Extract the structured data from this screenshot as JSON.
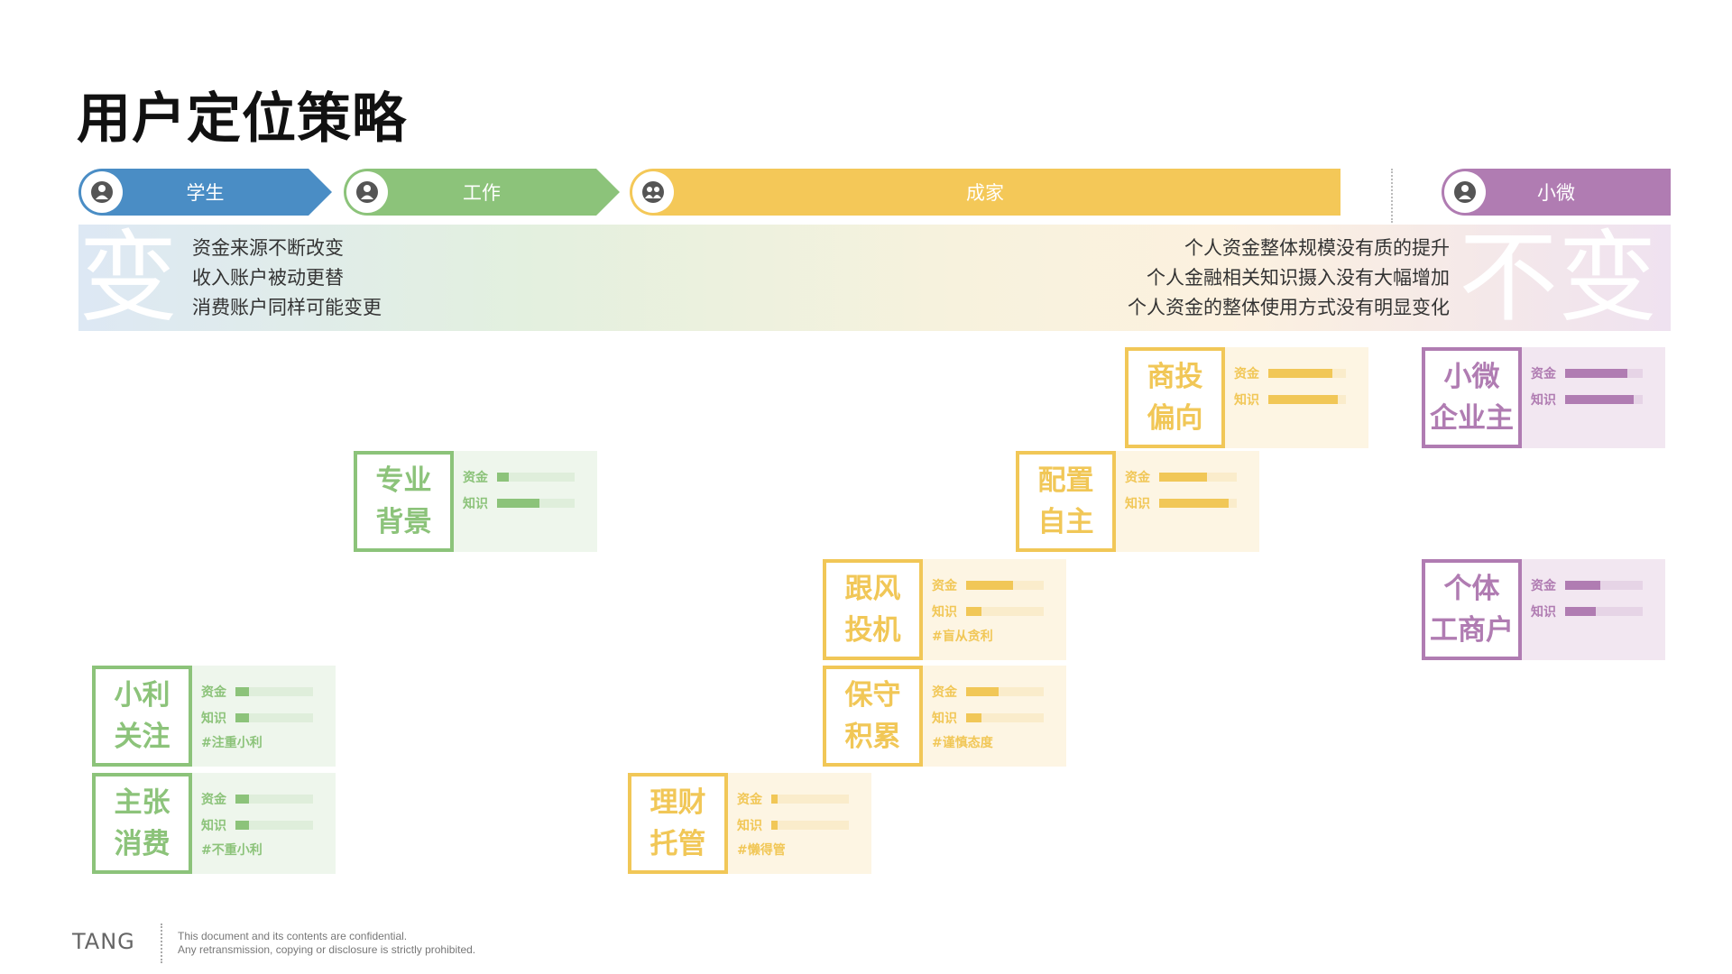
{
  "title": "用户定位策略",
  "stages": [
    {
      "label": "学生",
      "color": "#4a8dc5",
      "icon": "person-icon"
    },
    {
      "label": "工作",
      "color": "#8cc37a",
      "icon": "person-icon"
    },
    {
      "label": "成家",
      "color": "#f4c858",
      "icon": "family-icon"
    },
    {
      "label": "小微",
      "color": "#b07cb2",
      "icon": "person-icon"
    }
  ],
  "band": {
    "left_big": "变",
    "left_lines": [
      "资金来源不断改变",
      "收入账户被动更替",
      "消费账户同样可能变更"
    ],
    "right_lines": [
      "个人资金整体规模没有质的提升",
      "个人金融相关知识摄入没有大幅增加",
      "个人资金的整体使用方式没有明显变化"
    ],
    "right_big": "不变"
  },
  "labels": {
    "fund": "资金",
    "know": "知识"
  },
  "cards": [
    {
      "id": "shangtou",
      "l1": "商投",
      "l2": "偏向",
      "color": "y",
      "fund": 0.82,
      "know": 0.9,
      "hash": ""
    },
    {
      "id": "xiaowei",
      "l1": "小微",
      "l2": "企业主",
      "color": "p",
      "fund": 0.8,
      "know": 0.88,
      "hash": ""
    },
    {
      "id": "zhuanye",
      "l1": "专业",
      "l2": "背景",
      "color": "g",
      "fund": 0.15,
      "know": 0.55,
      "hash": ""
    },
    {
      "id": "peizhi",
      "l1": "配置",
      "l2": "自主",
      "color": "y",
      "fund": 0.62,
      "know": 0.9,
      "hash": ""
    },
    {
      "id": "genfeng",
      "l1": "跟风",
      "l2": "投机",
      "color": "y",
      "fund": 0.6,
      "know": 0.2,
      "hash": "#盲从贪利"
    },
    {
      "id": "geti",
      "l1": "个体",
      "l2": "工商户",
      "color": "p",
      "fund": 0.45,
      "know": 0.4,
      "hash": ""
    },
    {
      "id": "xiaoli",
      "l1": "小利",
      "l2": "关注",
      "color": "g",
      "fund": 0.17,
      "know": 0.17,
      "hash": "#注重小利"
    },
    {
      "id": "baoshou",
      "l1": "保守",
      "l2": "积累",
      "color": "y",
      "fund": 0.42,
      "know": 0.2,
      "hash": "#谨慎态度"
    },
    {
      "id": "zhuzhang",
      "l1": "主张",
      "l2": "消费",
      "color": "g",
      "fund": 0.17,
      "know": 0.17,
      "hash": "#不重小利"
    },
    {
      "id": "licai",
      "l1": "理财",
      "l2": "托管",
      "color": "y",
      "fund": 0.08,
      "know": 0.08,
      "hash": "#懒得管"
    }
  ],
  "footer": {
    "logo": "TANG",
    "legal1": "This document and its contents are confidential.",
    "legal2": "Any retransmission, copying or disclosure is strictly prohibited."
  }
}
